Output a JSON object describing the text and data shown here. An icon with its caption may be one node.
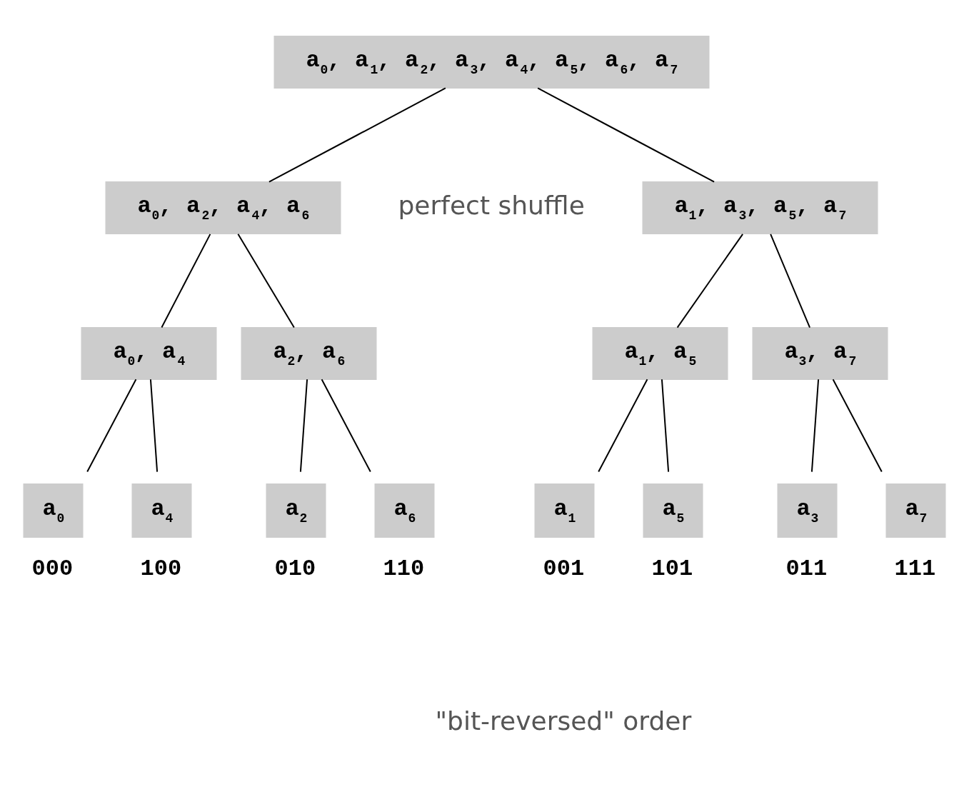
{
  "diagram": {
    "nodes": [
      {
        "text": [
          "a$_{0}$, a$_{1}$, a$_{2}$, a$_{3}$, a$_{4}$, a$_{5}$, a$_{6}$, a$_{7}$"
        ]
      },
      {
        "text": [
          "a$_{0}$, a$_{2}$, a$_{4}$, a$_{6}$"
        ]
      },
      {
        "text": [
          "a$_{1}$, a$_{3}$, a$_{5}$, a$_{7}$"
        ]
      },
      {
        "text": [
          "a$_{0}$, a$_{4}$"
        ]
      },
      {
        "text": [
          "a$_{2}$, a$_{6}$"
        ]
      },
      {
        "text": [
          "a$_{1}$, a$_{5}$"
        ]
      },
      {
        "text": [
          "a$_{3}$, a$_{7}$"
        ]
      },
      {
        "text": [
          "a$_{0}$"
        ],
        "beside": [
          "000"
        ]
      },
      {
        "text": [
          "a$_{4}$"
        ],
        "beside": [
          "100"
        ]
      },
      {
        "text": [
          "a$_{2}$"
        ],
        "beside": [
          "010"
        ]
      },
      {
        "text": [
          "a$_{6}$"
        ],
        "beside": [
          "110"
        ]
      },
      {
        "text": [
          "a$_{1}$"
        ],
        "beside": [
          "001"
        ]
      },
      {
        "text": [
          "a$_{5}$"
        ],
        "beside": [
          "101"
        ]
      },
      {
        "text": [
          "a$_{3}$"
        ],
        "beside": [
          "011"
        ]
      },
      {
        "text": [
          "a$_{7}$"
        ],
        "beside": [
          "111"
        ]
      }
    ],
    "edges": [
      {
        "from": 0,
        "to": 1,
        "arrow": "none"
      },
      {
        "from": 0,
        "to": 2,
        "arrow": "none"
      },
      {
        "from": 1,
        "to": 3,
        "arrow": "none"
      },
      {
        "from": 1,
        "to": 4,
        "arrow": "none"
      },
      {
        "from": 2,
        "to": 5,
        "arrow": "none"
      },
      {
        "from": 2,
        "to": 6,
        "arrow": "none"
      },
      {
        "from": 3,
        "to": 7,
        "arrow": "none"
      },
      {
        "from": 3,
        "to": 8,
        "arrow": "none"
      },
      {
        "from": 4,
        "to": 9,
        "arrow": "none"
      },
      {
        "from": 4,
        "to": 10,
        "arrow": "none"
      },
      {
        "from": 5,
        "to": 11,
        "arrow": "none"
      },
      {
        "from": 5,
        "to": 12,
        "arrow": "none"
      },
      {
        "from": 6,
        "to": 13,
        "arrow": "none"
      },
      {
        "from": 6,
        "to": 14,
        "arrow": "none"
      }
    ],
    "labels": [
      "perfect shuffle",
      "\"bit-reversed\" order"
    ]
  }
}
